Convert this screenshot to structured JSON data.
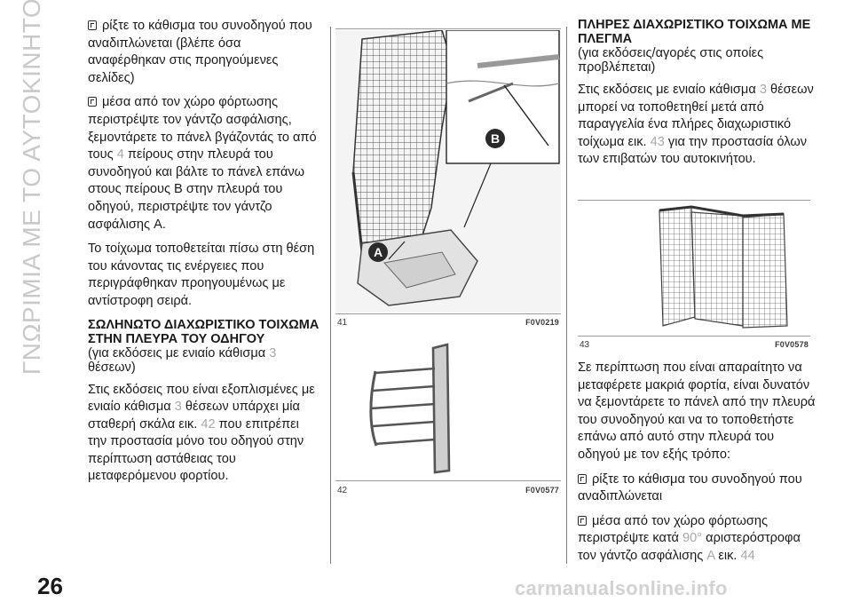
{
  "section_title": "ΓΝΩΡΙΜΙΑ ΜΕ ΤΟ ΑΥΤΟΚΙΝΗΤΟ",
  "page_number": "26",
  "watermark": "carmanualsonline.info",
  "col1": {
    "b1_text": "ρίξτε το κάθισμα του συνοδηγού που αναδιπλώνεται (βλέπε όσα αναφέρθηκαν στις προηγούμενες σελίδες)",
    "b2_pre": "μέσα από τον χώρο φόρτωσης περιστρέψτε τον γάντζο ασφάλισης, ξεμοντάρετε το πάνελ βγάζοντάς το από τους ",
    "b2_num": "4",
    "b2_post": " πείρους στην πλευρά του συνοδηγού και βάλτε το πάνελ επάνω στους πείρους B στην πλευρά του οδηγού, περιστρέψτε τον γάντζο ασφάλισης A.",
    "p3": "Το τοίχωμα τοποθετείται πίσω στη θέση του κάνοντας τις ενέργειες που περιγράφθηκαν προηγουμένως με αντίστροφη σειρά.",
    "heading": "ΣΩΛΗΝΩΤΟ ΔΙΑΧΩΡΙΣΤΙΚΟ ΤΟΙΧΩΜΑ ΣΤΗΝ ΠΛΕΥΡΑ ΤΟΥ ΟΔΗΓΟΥ",
    "sub_pre": "(για εκδόσεις με ενιαίο κάθισμα ",
    "sub_num": "3",
    "sub_post": " θέσεων)",
    "p4_pre": "Στις εκδόσεις που είναι εξοπλισμένες με ενιαίο κάθισμα ",
    "p4_num1": "3",
    "p4_mid": " θέσεων υπάρχει μία σταθερή σκάλα εικ. ",
    "p4_num2": "42",
    "p4_post": " που επιτρέπει την προστασία μόνο του οδηγού στην περίπτωση αστάθειας του μεταφερόμενου φορτίου."
  },
  "fig41": {
    "number": "41",
    "code": "F0V0219",
    "label_a": "A",
    "label_b": "B"
  },
  "fig42": {
    "number": "42",
    "code": "F0V0577"
  },
  "fig43": {
    "number": "43",
    "code": "F0V0578"
  },
  "col3": {
    "heading": "ΠΛΗΡΕΣ ΔΙΑΧΩΡΙΣΤΙΚΟ ΤΟΙΧΩΜΑ ΜΕ ΠΛΕΓΜΑ",
    "sub": "(για εκδόσεις/αγορές στις οποίες προβλέπεται)",
    "p1_pre": "Στις εκδόσεις με ενιαίο κάθισμα ",
    "p1_num1": "3",
    "p1_mid": " θέσεων μπορεί να τοποθετηθεί μετά από παραγγελία ένα πλήρες διαχωριστικό τοίχωμα εικ. ",
    "p1_num2": "43",
    "p1_post": " για την προστασία όλων των επιβατών του αυτοκινήτου.",
    "p2": "Σε περίπτωση που είναι απαραίτητο να μεταφέρετε μακριά φορτία, είναι δυνατόν να ξεμοντάρετε το πάνελ από την πλευρά του συνοδηγού και να το τοποθετήστε επάνω από αυτό στην πλευρά του οδηγού με τον εξής τρόπο:",
    "b1_text": "ρίξτε το κάθισμα του συνοδηγού που αναδιπλώνεται",
    "b2_pre": "μέσα από τον χώρο φόρτωσης περιστρέψτε κατά ",
    "b2_num": "90°",
    "b2_mid": " αριστερόστροφα τον γάντζο ασφάλισης ",
    "b2_a": "A",
    "b2_mid2": " εικ. ",
    "b2_num2": "44"
  }
}
